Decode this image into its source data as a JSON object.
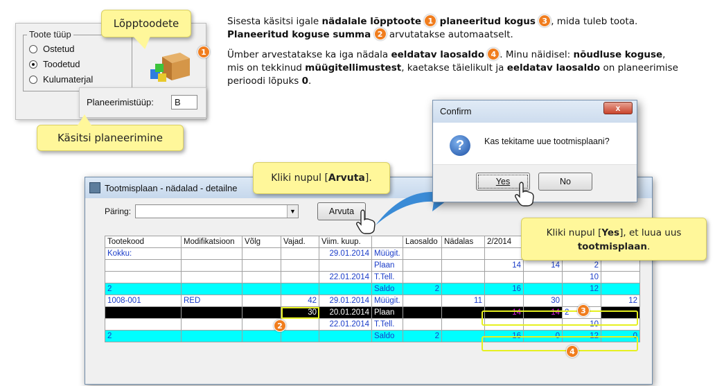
{
  "product_type": {
    "legend": "Toote tüüp",
    "options": [
      {
        "label": "Ostetud",
        "selected": false
      },
      {
        "label": "Toodetud",
        "selected": true
      },
      {
        "label": "Kulumaterjal",
        "selected": false
      }
    ]
  },
  "planning_type": {
    "label": "Planeerimistüüp:",
    "value": "B"
  },
  "callouts": {
    "final_products": "Lõpptoodete",
    "manual_planning": "Käsitsi planeerimine",
    "click_arvuta_prefix": "Kliki nupul [",
    "click_arvuta_bold": "Arvuta",
    "click_arvuta_suffix": "].",
    "click_yes_prefix": "Kliki nupul [",
    "click_yes_bold": "Yes",
    "click_yes_mid": "], et luua uus",
    "click_yes_bold2": "tootmisplaan",
    "click_yes_suffix": "."
  },
  "badges": [
    "1",
    "2",
    "3",
    "4"
  ],
  "instructions": {
    "p1_a": "Sisesta käsitsi igale ",
    "p1_b": "nädalale lõpptoote",
    "p1_c": "planeeritud kogus",
    "p1_d": ", mida tuleb toota.",
    "p1_e": "Planeeritud koguse summa",
    "p1_f": "arvutatakse automaatselt.",
    "p2_a": "Ümber arvestatakse ka iga nädala ",
    "p2_b": "eeldatav laosaldo",
    "p2_c": ". Minu näidisel: ",
    "p2_d": "nõudluse koguse",
    "p2_e": ",",
    "p2_f": "mis on tekkinud ",
    "p2_g": "müügitellimustest",
    "p2_h": ", kaetakse täielikult ja ",
    "p2_i": "eeldatav laosaldo",
    "p2_j": " on planeerimise",
    "p2_k": "perioodi lõpuks ",
    "p2_l": "0",
    "p2_m": "."
  },
  "window": {
    "title": "Tootmisplaan - nädalad - detailne",
    "query_label": "Päring:",
    "arvuta_button": "Arvuta"
  },
  "table": {
    "headers": [
      "Tootekood",
      "Modifikatsioon",
      "Võlg",
      "Vajad.",
      "Viim. kuup.",
      "",
      "Laosaldo",
      "Nädalas",
      "2/2014",
      "",
      "",
      ""
    ],
    "rows": [
      {
        "style": "plain",
        "cells": [
          "Kokku:",
          "",
          "",
          "",
          "29.01.2014",
          "Müügit.",
          "",
          "",
          "",
          "",
          "",
          ""
        ]
      },
      {
        "style": "plain",
        "cells": [
          "",
          "",
          "",
          "",
          "",
          "Plaan",
          "",
          "",
          "14",
          "14",
          "2",
          ""
        ]
      },
      {
        "style": "plain",
        "cells": [
          "",
          "",
          "",
          "",
          "22.01.2014",
          "T.Tell.",
          "",
          "",
          "",
          "",
          "10",
          ""
        ]
      },
      {
        "style": "cyan",
        "cells": [
          "2",
          "",
          "",
          "",
          "",
          "Saldo",
          "2",
          "",
          "16",
          "",
          "12",
          ""
        ]
      },
      {
        "style": "plain",
        "cells": [
          "1008-001",
          "RED",
          "",
          "42",
          "29.01.2014",
          "Müügit.",
          "",
          "11",
          "",
          "30",
          "",
          "12"
        ]
      },
      {
        "style": "black",
        "cells": [
          "",
          "",
          "",
          "30",
          "20.01.2014",
          "Plaan",
          "",
          "",
          "14",
          "14",
          "2",
          ""
        ]
      },
      {
        "style": "plain",
        "cells": [
          "",
          "",
          "",
          "",
          "22.01.2014",
          "T.Tell.",
          "",
          "",
          "",
          "",
          "10",
          ""
        ]
      },
      {
        "style": "cyan",
        "cells": [
          "2",
          "",
          "",
          "",
          "",
          "Saldo",
          "2",
          "",
          "16",
          "0",
          "12",
          "0"
        ]
      }
    ]
  },
  "confirm": {
    "title": "Confirm",
    "message": "Kas tekitame uue tootmisplaani?",
    "yes": "Yes",
    "no": "No",
    "close": "x"
  },
  "colors": {
    "accent_badge": "#f07d1e",
    "callout_bg": "#fff79a",
    "highlight": "#e6f020",
    "cyan_row": "#00ffff"
  }
}
